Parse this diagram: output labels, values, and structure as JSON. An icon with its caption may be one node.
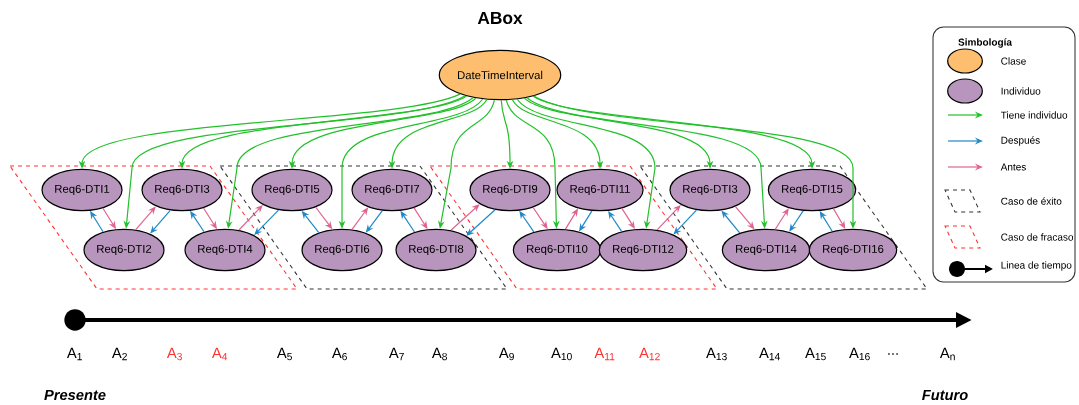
{
  "diagram": {
    "title": "ABox",
    "nodes": [
      {
        "text": [
          "DateTimeInterval"
        ]
      },
      {
        "text": [
          "Req6-DTI1"
        ]
      },
      {
        "text": [
          "Req6-DTI2"
        ]
      },
      {
        "text": [
          "Req6-DTI3"
        ]
      },
      {
        "text": [
          "Req6-DTI4"
        ]
      },
      {
        "text": [
          "Req6-DTI5"
        ]
      },
      {
        "text": [
          "Req6-DTI6"
        ]
      },
      {
        "text": [
          "Req6-DTI7"
        ]
      },
      {
        "text": [
          "Req6-DTI8"
        ]
      },
      {
        "text": [
          "Req6-DTI9"
        ]
      },
      {
        "text": [
          "Req6-DTI10"
        ]
      },
      {
        "text": [
          "Req6-DTI11"
        ]
      },
      {
        "text": [
          "Req6-DTI12"
        ]
      },
      {
        "text": [
          "Req6-DTI3"
        ]
      },
      {
        "text": [
          "Req6-DTI14"
        ]
      },
      {
        "text": [
          "Req6-DTI15"
        ]
      },
      {
        "text": [
          "Req6-DTI16"
        ]
      }
    ],
    "edges": [
      {
        "from": 0,
        "to": 1,
        "arrow": "to",
        "color": "#22c02a"
      },
      {
        "from": 0,
        "to": 2,
        "arrow": "to",
        "color": "#22c02a"
      },
      {
        "from": 0,
        "to": 3,
        "arrow": "to",
        "color": "#22c02a"
      },
      {
        "from": 0,
        "to": 4,
        "arrow": "to",
        "color": "#22c02a"
      },
      {
        "from": 0,
        "to": 5,
        "arrow": "to",
        "color": "#22c02a"
      },
      {
        "from": 0,
        "to": 6,
        "arrow": "to",
        "color": "#22c02a"
      },
      {
        "from": 0,
        "to": 7,
        "arrow": "to",
        "color": "#22c02a"
      },
      {
        "from": 0,
        "to": 8,
        "arrow": "to",
        "color": "#22c02a"
      },
      {
        "from": 0,
        "to": 9,
        "arrow": "to",
        "color": "#22c02a"
      },
      {
        "from": 0,
        "to": 10,
        "arrow": "to",
        "color": "#22c02a"
      },
      {
        "from": 0,
        "to": 11,
        "arrow": "to",
        "color": "#22c02a"
      },
      {
        "from": 0,
        "to": 12,
        "arrow": "to",
        "color": "#22c02a"
      },
      {
        "from": 0,
        "to": 13,
        "arrow": "to",
        "color": "#22c02a"
      },
      {
        "from": 0,
        "to": 14,
        "arrow": "to",
        "color": "#22c02a"
      },
      {
        "from": 0,
        "to": 15,
        "arrow": "to",
        "color": "#22c02a"
      },
      {
        "from": 0,
        "to": 16,
        "arrow": "to",
        "color": "#22c02a"
      },
      {
        "from": 1,
        "to": 2,
        "arrow": "to",
        "color": "#e0638f"
      },
      {
        "from": 2,
        "to": 1,
        "arrow": "to",
        "color": "#1f88c8"
      },
      {
        "from": 2,
        "to": 3,
        "arrow": "to",
        "color": "#e0638f"
      },
      {
        "from": 3,
        "to": 2,
        "arrow": "to",
        "color": "#1f88c8"
      },
      {
        "from": 3,
        "to": 4,
        "arrow": "to",
        "color": "#e0638f"
      },
      {
        "from": 4,
        "to": 3,
        "arrow": "to",
        "color": "#1f88c8"
      },
      {
        "from": 4,
        "to": 5,
        "arrow": "to",
        "color": "#e0638f"
      },
      {
        "from": 5,
        "to": 4,
        "arrow": "to",
        "color": "#1f88c8"
      },
      {
        "from": 5,
        "to": 6,
        "arrow": "to",
        "color": "#e0638f"
      },
      {
        "from": 6,
        "to": 5,
        "arrow": "to",
        "color": "#1f88c8"
      },
      {
        "from": 6,
        "to": 7,
        "arrow": "to",
        "color": "#e0638f"
      },
      {
        "from": 7,
        "to": 6,
        "arrow": "to",
        "color": "#1f88c8"
      },
      {
        "from": 7,
        "to": 8,
        "arrow": "to",
        "color": "#e0638f"
      },
      {
        "from": 8,
        "to": 7,
        "arrow": "to",
        "color": "#1f88c8"
      },
      {
        "from": 8,
        "to": 9,
        "arrow": "to",
        "color": "#e0638f"
      },
      {
        "from": 9,
        "to": 8,
        "arrow": "to",
        "color": "#1f88c8"
      },
      {
        "from": 9,
        "to": 10,
        "arrow": "to",
        "color": "#e0638f"
      },
      {
        "from": 10,
        "to": 9,
        "arrow": "to",
        "color": "#1f88c8"
      },
      {
        "from": 10,
        "to": 11,
        "arrow": "to",
        "color": "#e0638f"
      },
      {
        "from": 11,
        "to": 10,
        "arrow": "to",
        "color": "#1f88c8"
      },
      {
        "from": 11,
        "to": 12,
        "arrow": "to",
        "color": "#e0638f"
      },
      {
        "from": 12,
        "to": 11,
        "arrow": "to",
        "color": "#1f88c8"
      },
      {
        "from": 12,
        "to": 13,
        "arrow": "to",
        "color": "#e0638f"
      },
      {
        "from": 13,
        "to": 12,
        "arrow": "to",
        "color": "#1f88c8"
      },
      {
        "from": 13,
        "to": 14,
        "arrow": "to",
        "color": "#e0638f"
      },
      {
        "from": 14,
        "to": 13,
        "arrow": "to",
        "color": "#1f88c8"
      },
      {
        "from": 14,
        "to": 15,
        "arrow": "to",
        "color": "#e0638f"
      },
      {
        "from": 15,
        "to": 14,
        "arrow": "to",
        "color": "#1f88c8"
      },
      {
        "from": 15,
        "to": 16,
        "arrow": "to",
        "color": "#e0638f"
      },
      {
        "from": 16,
        "to": 15,
        "arrow": "to",
        "color": "#1f88c8"
      }
    ],
    "labels": [
      "Simbología",
      "A$_{1}$",
      "A$_{2}$",
      "A$_{3}$",
      "A$_{4}$",
      "A$_{5}$",
      "A$_{6}$",
      "A$_{7}$",
      "A$_{8}$",
      "A$_{9}$",
      "A$_{10}$",
      "A$_{11}$",
      "A$_{12}$",
      "A$_{13}$",
      "A$_{14}$",
      "A$_{15}$",
      "A$_{16}$",
      "...",
      "A$_{n}$",
      "Presente",
      "Futuro"
    ],
    "legend": [
      {
        "text": "Clase",
        "color": "#fdbf6f"
      },
      {
        "text": "Individuo",
        "color": "#b895bd"
      },
      {
        "text": "Tiene individuo"
      },
      {
        "text": "Después"
      },
      {
        "text": "Antes"
      },
      {
        "text": "Caso de éxito"
      },
      {
        "text": "Caso de fracaso"
      },
      {
        "text": "Linea de tiempo"
      }
    ]
  }
}
